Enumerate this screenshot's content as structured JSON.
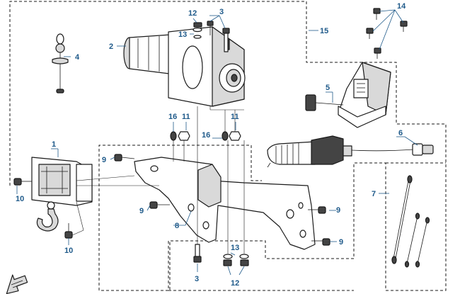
{
  "diagram": {
    "callouts": {
      "c1": "1",
      "c2": "2",
      "c3_top": "3",
      "c3_bottom": "3",
      "c4": "4",
      "c5": "5",
      "c6": "6",
      "c7": "7",
      "c8": "8",
      "c9_a": "9",
      "c9_b": "9",
      "c9_c": "9",
      "c9_d": "9",
      "c10_a": "10",
      "c10_b": "10",
      "c11_a": "11",
      "c11_b": "11",
      "c12_top": "12",
      "c12_bottom": "12",
      "c13_top": "13",
      "c13_bottom": "13",
      "c14": "14",
      "c15": "15",
      "c16_a": "16",
      "c16_b": "16"
    },
    "icons": {
      "front_arrow": "front-direction-arrow-icon"
    },
    "colors": {
      "callout": "#1f5a8a",
      "line_art": "#1a1a1a"
    }
  }
}
